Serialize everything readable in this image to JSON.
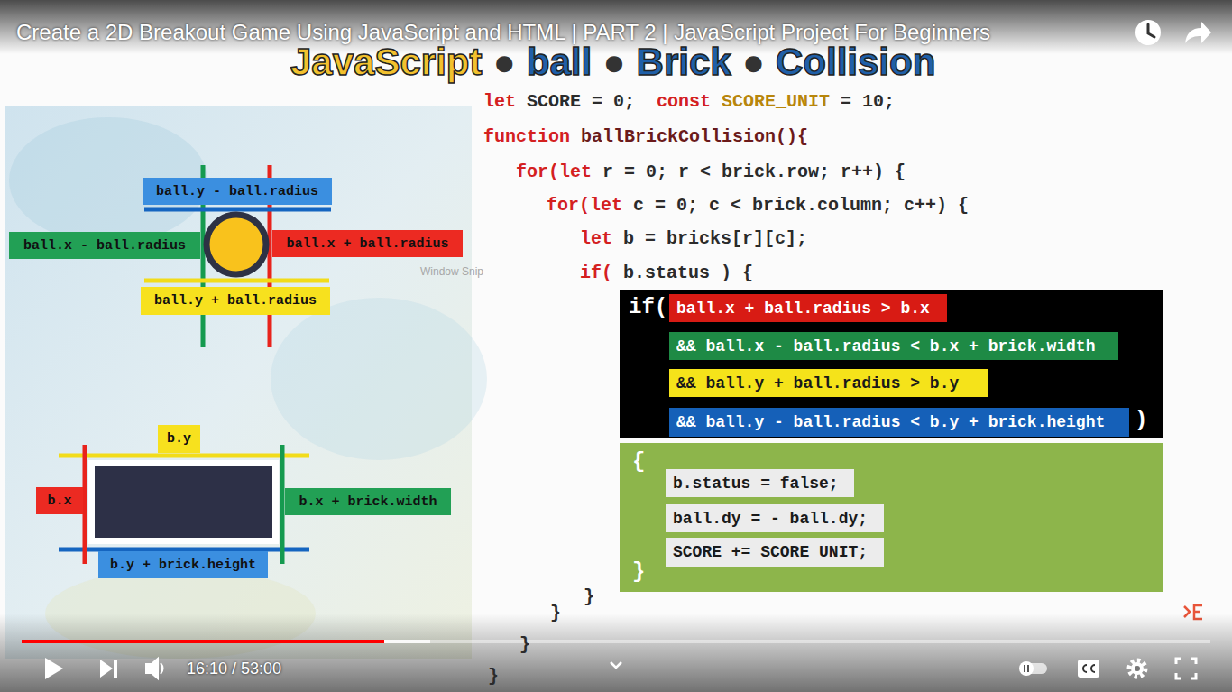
{
  "diagram": {
    "title": "Create a 2D Breakout Game Using JavaScript and HTML | PART 2 | JavaScript Project For Beginners",
    "nodes": [
      {
        "text": [
          "ball.y - ball.radius"
        ]
      },
      {
        "text": [
          "ball.x - ball.radius"
        ]
      },
      {
        "text": [
          "ball.x + ball.radius"
        ]
      },
      {
        "text": [
          "ball.y + ball.radius"
        ]
      },
      {
        "text": [
          "b.y"
        ]
      },
      {
        "text": [
          "b.x"
        ]
      },
      {
        "text": [
          "b.x + brick.width"
        ]
      },
      {
        "text": [
          "b.y + brick.height"
        ]
      },
      {
        "text": [
          "if(",
          ")"
        ]
      },
      {
        "text": [
          "ball.x + ball.radius > b.x"
        ],
        "in": 8
      },
      {
        "text": [
          "&& ball.x - ball.radius < b.x + brick.width"
        ],
        "in": 8
      },
      {
        "text": [
          "&& ball.y + ball.radius > b.y"
        ],
        "in": 8
      },
      {
        "text": [
          "&& ball.y - ball.radius < b.y + brick.height"
        ],
        "in": 8
      },
      {
        "text": [
          "{",
          "}"
        ]
      },
      {
        "text": [
          "b.status = false;"
        ],
        "in": 13
      },
      {
        "text": [
          "ball.dy = - ball.dy;"
        ],
        "in": 13
      },
      {
        "text": [
          "SCORE += SCORE_UNIT;"
        ],
        "in": 13
      }
    ],
    "labels": [
      "JavaScript",
      "●",
      "ball",
      "●",
      "Brick",
      "●",
      "Collision",
      "let",
      "SCORE = 0;",
      "const",
      "SCORE_UNIT",
      "= 10;",
      "function",
      "ballBrickCollision(){",
      "for(let",
      "r = 0; r < brick.row; r++) {",
      "for(let",
      "c = 0; c < brick.column; c++) {",
      "let",
      "b = bricks[r][c];",
      "if(",
      "b.status ) {",
      "}",
      "}",
      "}",
      "}",
      "Window Snip",
      "16:10 / 53:00"
    ]
  }
}
